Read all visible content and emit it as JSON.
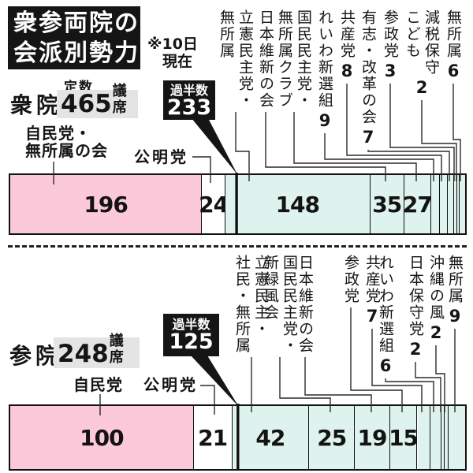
{
  "title": {
    "line1": "衆参両院の",
    "line2": "会派別勢力"
  },
  "note_lines": [
    "※10日",
    "現在"
  ],
  "colors": {
    "ldp_pink": "#fcc9da",
    "bloc_cyan": "#def3ee",
    "komei_white": "#ffffff",
    "highlight_gray": "#e4e4e4",
    "ink_black": "#151515"
  },
  "chart_data": [
    {
      "type": "bar",
      "orientation": "horizontal_stacked",
      "house": "衆院",
      "capacity_prefix": "定数",
      "capacity_value": "465",
      "capacity_unit": "議席",
      "majority_label": "過半数",
      "majority_value": "233",
      "majority_seats": 233,
      "total_seats": 465,
      "series": [
        {
          "name": "自民党・無所属の会",
          "seats": 196,
          "color": "pink",
          "label_lines": [
            "自民党・",
            "無所属の会"
          ]
        },
        {
          "name": "公明党",
          "seats": 24,
          "color": "white",
          "label_lines": [
            "公明党"
          ]
        },
        {
          "name": "立憲民主党・無所属",
          "seats": 148,
          "color": "cyan",
          "label_cols": [
            "立憲民主党・",
            "無所属"
          ]
        },
        {
          "name": "日本維新の会",
          "seats": 35,
          "color": "cyan",
          "label_cols": [
            "日本維新の会"
          ]
        },
        {
          "name": "国民民主党・無所属クラブ",
          "seats": 27,
          "color": "cyan",
          "label_cols": [
            "国民民主党・",
            "無所属クラブ"
          ]
        },
        {
          "name": "れいわ新選組",
          "seats": 9,
          "color": "cyan",
          "label_cols": [
            "れいわ新選組"
          ],
          "label_value": "9"
        },
        {
          "name": "共産党",
          "seats": 8,
          "color": "cyan",
          "label_cols": [
            "共産党"
          ],
          "label_value": "8"
        },
        {
          "name": "有志・改革の会",
          "seats": 7,
          "color": "cyan",
          "label_cols": [
            "有志・改革の会"
          ],
          "label_value": "7"
        },
        {
          "name": "参政党",
          "seats": 3,
          "color": "cyan",
          "label_cols": [
            "参政党"
          ],
          "label_value": "3"
        },
        {
          "name": "減税保守こども",
          "seats": 2,
          "color": "cyan",
          "label_cols": [
            "減税保守",
            "こども"
          ],
          "label_value": "2"
        },
        {
          "name": "無所属",
          "seats": 6,
          "color": "cyan",
          "label_cols": [
            "無所属"
          ],
          "label_value": "6"
        }
      ]
    },
    {
      "type": "bar",
      "orientation": "horizontal_stacked",
      "house": "参院",
      "capacity_value": "248",
      "capacity_unit": "議席",
      "majority_label": "過半数",
      "majority_value": "125",
      "majority_seats": 125,
      "total_seats": 248,
      "series": [
        {
          "name": "自民党",
          "seats": 100,
          "color": "pink",
          "label_lines": [
            "自民党"
          ]
        },
        {
          "name": "公明党",
          "seats": 21,
          "color": "white",
          "label_lines": [
            "公明党"
          ]
        },
        {
          "name": "立憲民主・社民・無所属",
          "seats": 42,
          "color": "cyan",
          "label_cols": [
            "立憲民主・",
            "社民・無所属"
          ]
        },
        {
          "name": "国民民主党・新緑風会",
          "seats": 25,
          "color": "cyan",
          "label_cols": [
            "国民民主党・",
            "新緑風会"
          ]
        },
        {
          "name": "日本維新の会",
          "seats": 19,
          "color": "cyan",
          "label_cols": [
            "日本維新の会"
          ]
        },
        {
          "name": "参政党",
          "seats": 15,
          "color": "cyan",
          "label_cols": [
            "参政党"
          ]
        },
        {
          "name": "共産党",
          "seats": 7,
          "color": "cyan",
          "label_cols": [
            "共産党"
          ],
          "label_value": "7"
        },
        {
          "name": "れいわ新選組",
          "seats": 6,
          "color": "cyan",
          "label_cols": [
            "れいわ新選組"
          ],
          "label_value": "6"
        },
        {
          "name": "日本保守党",
          "seats": 2,
          "color": "cyan",
          "label_cols": [
            "日本保守党"
          ],
          "label_value": "2"
        },
        {
          "name": "沖縄の風",
          "seats": 2,
          "color": "cyan",
          "label_cols": [
            "沖縄の風"
          ],
          "label_value": "2"
        },
        {
          "name": "無所属",
          "seats": 9,
          "color": "cyan",
          "label_cols": [
            "無所属"
          ],
          "label_value": "9"
        }
      ]
    }
  ]
}
